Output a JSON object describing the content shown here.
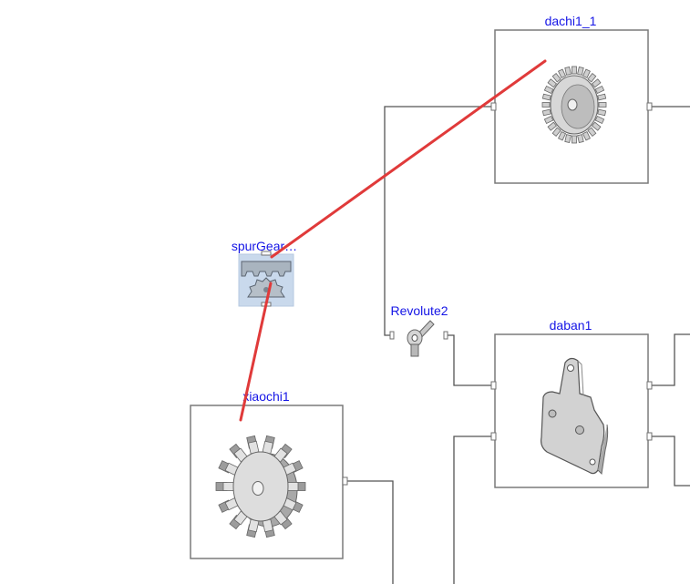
{
  "blocks": {
    "dachi": {
      "label": "dachi1_1"
    },
    "spur": {
      "label": "spurGear…"
    },
    "revolute": {
      "label": "Revolute2"
    },
    "daban": {
      "label": "daban1"
    },
    "xiaochi": {
      "label": "xiaochi1"
    }
  },
  "colors": {
    "label": "#1515e6",
    "constraint_link": "#e03a3a",
    "selection": "#c9d9ec",
    "wire": "#555555"
  },
  "icons": {
    "dachi": "large-gear-icon",
    "spur": "spur-gear-constraint-icon",
    "revolute": "revolute-joint-icon",
    "daban": "plate-part-icon",
    "xiaochi": "small-gear-icon"
  }
}
